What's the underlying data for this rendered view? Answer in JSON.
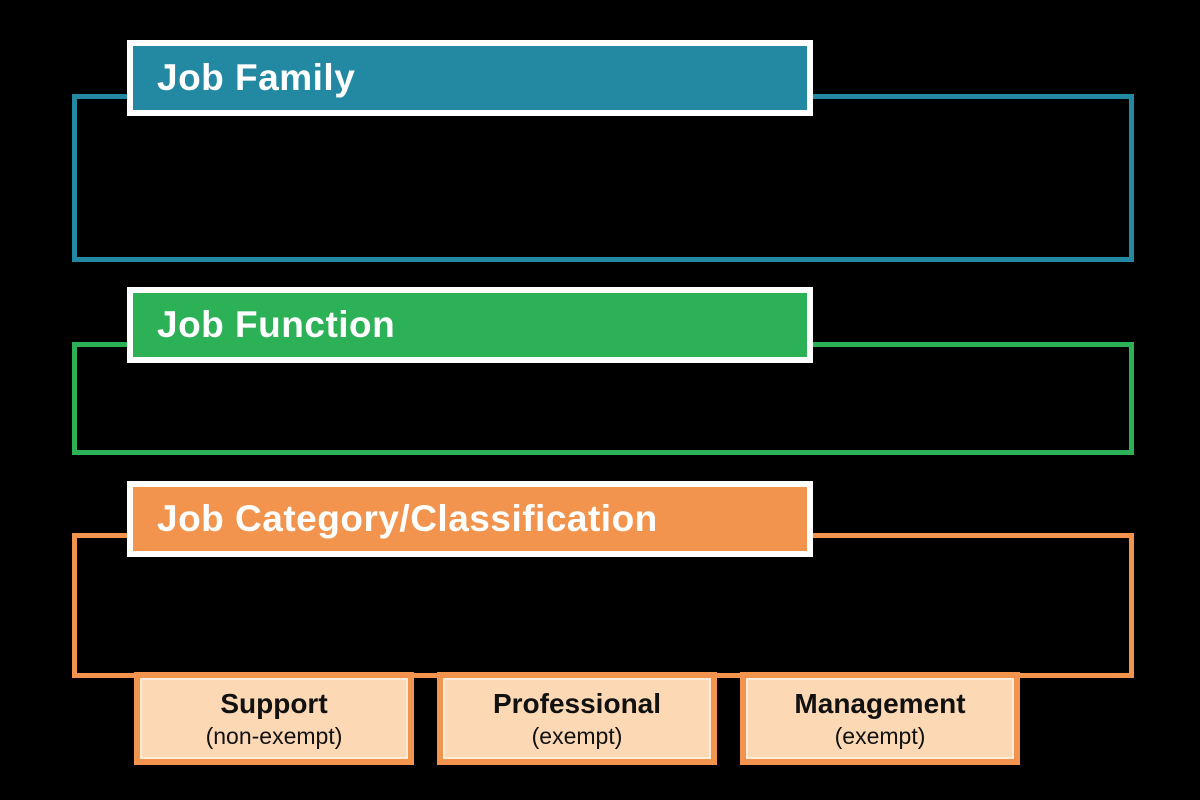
{
  "colors": {
    "bg": "#000000",
    "teal": "#2389A3",
    "green": "#2CB157",
    "orange": "#F2944D",
    "peach": "#FCD9B4",
    "white": "#FFFFFF",
    "text-dark": "#111111",
    "text-light": "#FFFFFF"
  },
  "sections": [
    {
      "title": "Job Family",
      "color": "#2389A3"
    },
    {
      "title": "Job Function",
      "color": "#2CB157"
    },
    {
      "title": "Job Category/Classification",
      "color": "#F2944D"
    }
  ],
  "categories": [
    {
      "name": "Support",
      "exempt_status": "(non-exempt)"
    },
    {
      "name": "Professional",
      "exempt_status": "(exempt)"
    },
    {
      "name": "Management",
      "exempt_status": "(exempt)"
    }
  ]
}
